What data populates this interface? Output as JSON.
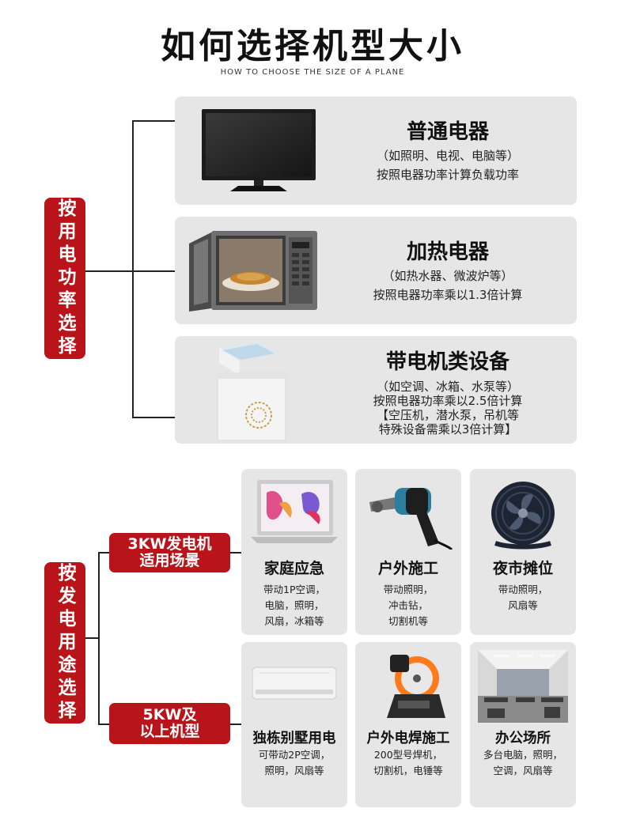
{
  "header": {
    "title": "如何选择机型大小",
    "subtitle": "HOW TO CHOOSE THE SIZE OF A PLANE"
  },
  "power_section": {
    "side_label": "按用电功率选择",
    "cards": [
      {
        "title": "普通电器",
        "lines": [
          "（如照明、电视、电脑等）",
          "按照电器功率计算负载功率"
        ],
        "icon": "tv-icon"
      },
      {
        "title": "加热电器",
        "lines": [
          "（如热水器、微波炉等）",
          "按照电器功率乘以1.3倍计算"
        ],
        "icon": "microwave-icon"
      },
      {
        "title": "带电机类设备",
        "lines": [
          "（如空调、冰箱、水泵等）",
          "按照电器功率乘以2.5倍计算",
          "【空压机，潜水泵，吊机等",
          "特殊设备需乘以3倍计算】"
        ],
        "icon": "freezer-icon"
      }
    ]
  },
  "usage_section": {
    "side_label": "按发电用途选择",
    "groups": [
      {
        "label_line1": "3KW发电机",
        "label_line2": "适用场景",
        "items": [
          {
            "title": "家庭应急",
            "lines": [
              "带动1P空调，",
              "电脑，照明，",
              "风扇，冰箱等"
            ],
            "icon": "laptop-icon"
          },
          {
            "title": "户外施工",
            "lines": [
              "带动照明，",
              "冲击钻，",
              "切割机等"
            ],
            "icon": "drill-icon"
          },
          {
            "title": "夜市摊位",
            "lines": [
              "带动照明，",
              "风扇等"
            ],
            "icon": "fan-icon"
          }
        ]
      },
      {
        "label_line1": "5KW及",
        "label_line2": "以上机型",
        "items": [
          {
            "title": "独栋别墅用电",
            "lines": [
              "可带动2P空调，",
              "照明，风扇等"
            ],
            "icon": "air-conditioner-icon"
          },
          {
            "title": "户外电焊施工",
            "lines": [
              "200型号焊机，",
              "切割机，电锤等"
            ],
            "icon": "cutoff-saw-icon"
          },
          {
            "title": "办公场所",
            "lines": [
              "多台电脑，照明，",
              "空调，风扇等"
            ],
            "icon": "office-icon"
          }
        ]
      }
    ]
  },
  "colors": {
    "accent": "#b8141a",
    "card_bg": "#e6e6e6"
  }
}
